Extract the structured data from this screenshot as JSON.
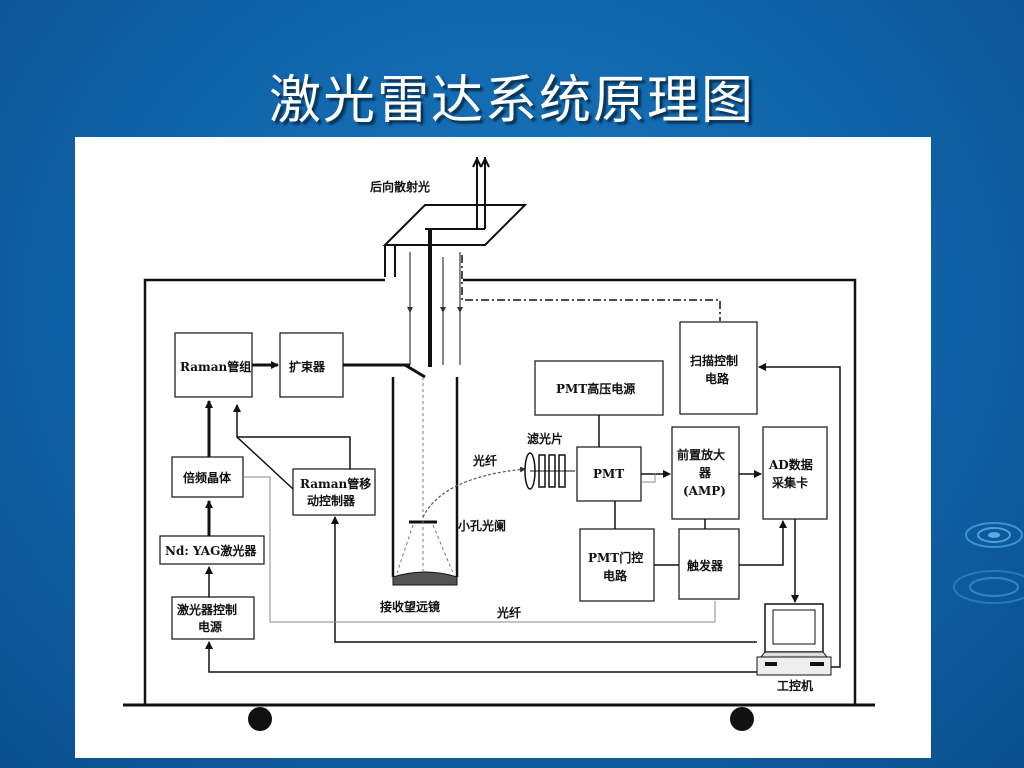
{
  "slide": {
    "title": "激光雷达系统原理图"
  },
  "diagram": {
    "blocks": {
      "raman_tube": "Raman管组",
      "beam_expander": "扩束器",
      "pmt_hv_line1": "PMT高压电源",
      "scan_ctrl_line1": "扫描控制",
      "scan_ctrl_line2": "电路",
      "freq_doubler": "倍频晶体",
      "raman_ctrl_line1": "Raman管移",
      "raman_ctrl_line2": "动控制器",
      "pmt": "PMT",
      "preamp_line1": "前置放大",
      "preamp_line2": "器",
      "preamp_line3": "(AMP)",
      "ad_line1": "AD数据",
      "ad_line2": "采集卡",
      "nd_yag": "Nd: YAG激光器",
      "pmt_gate_line1": "PMT门控",
      "pmt_gate_line2": "电路",
      "trigger": "触发器",
      "laser_ctrl_line1": "激光器控制",
      "laser_ctrl_line2": "电源"
    },
    "labels": {
      "backscatter": "后向散射光",
      "filter": "滤光片",
      "fiber_top": "光纤",
      "pinhole": "小孔光阑",
      "telescope": "接收望远镜",
      "fiber_bottom": "光纤",
      "computer": "工控机"
    }
  },
  "colors": {
    "background": "#1169b0",
    "panel": "#ffffff",
    "ink": "#111111"
  }
}
